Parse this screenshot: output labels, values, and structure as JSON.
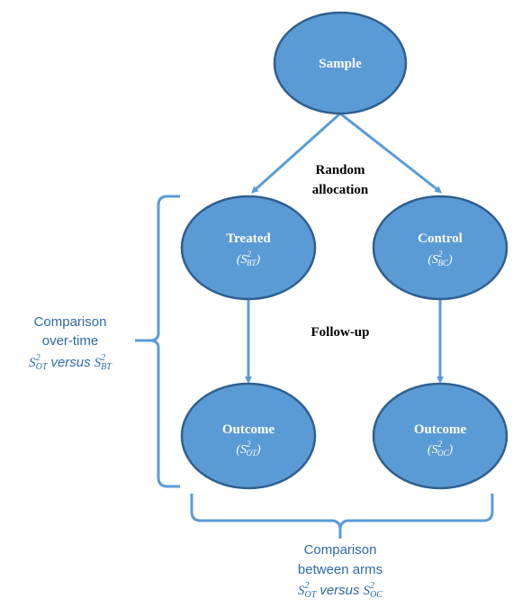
{
  "nodes": {
    "sample": {
      "title": "Sample"
    },
    "treated": {
      "title": "Treated",
      "sub": "S",
      "sup": "2",
      "subsc": "BT"
    },
    "control": {
      "title": "Control",
      "sub": "S",
      "sup": "2",
      "subsc": "BC"
    },
    "outcome_treated": {
      "title": "Outcome",
      "sub": "S",
      "sup": "2",
      "subsc": "OT"
    },
    "outcome_control": {
      "title": "Outcome",
      "sub": "S",
      "sup": "2",
      "subsc": "OC"
    }
  },
  "labels": {
    "random_allocation_line1": "Random",
    "random_allocation_line2": "allocation",
    "follow_up": "Follow-up"
  },
  "comparisons": {
    "over_time": {
      "line1": "Comparison",
      "line2": "over-time",
      "a": "S",
      "a_sup": "2",
      "a_sub": "OT",
      "versus": "versus",
      "b": "S",
      "b_sup": "2",
      "b_sub": "BT"
    },
    "between_arms": {
      "line1": "Comparison",
      "line2": "between arms",
      "a": "S",
      "a_sup": "2",
      "a_sub": "OT",
      "versus": "versus",
      "b": "S",
      "b_sup": "2",
      "b_sub": "OC"
    }
  },
  "colors": {
    "node_fill": "#5b9bd5",
    "node_stroke": "#2f5f8f",
    "arrow": "#5b9bd5",
    "bracket": "#5b9bd5",
    "side_text": "#2e6aa8"
  }
}
